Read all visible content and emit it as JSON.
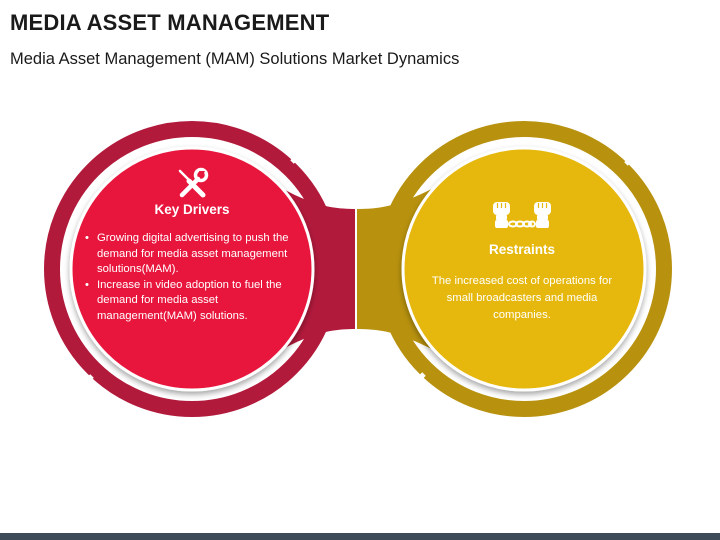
{
  "header": {
    "title": "MEDIA ASSET MANAGEMENT",
    "subtitle": "Media Asset Management (MAM) Solutions Market Dynamics"
  },
  "key_drivers": {
    "icon": "wrench-screwdriver-icon",
    "title": "Key Drivers",
    "items": [
      "Growing digital advertising to push the demand for media asset management solutions(MAM).",
      "Increase in video adoption to fuel the demand for media asset management(MAM) solutions."
    ]
  },
  "restraints": {
    "icon": "handcuffed-fists-icon",
    "title": "Restraints",
    "text": "The increased cost of operations for small broadcasters and media companies."
  },
  "colors": {
    "drivers_dark": "#b21a3c",
    "drivers_light": "#e8193e",
    "restraints_dark": "#b8920e",
    "restraints_light": "#e6b80f",
    "footer": "#3d4a57"
  }
}
